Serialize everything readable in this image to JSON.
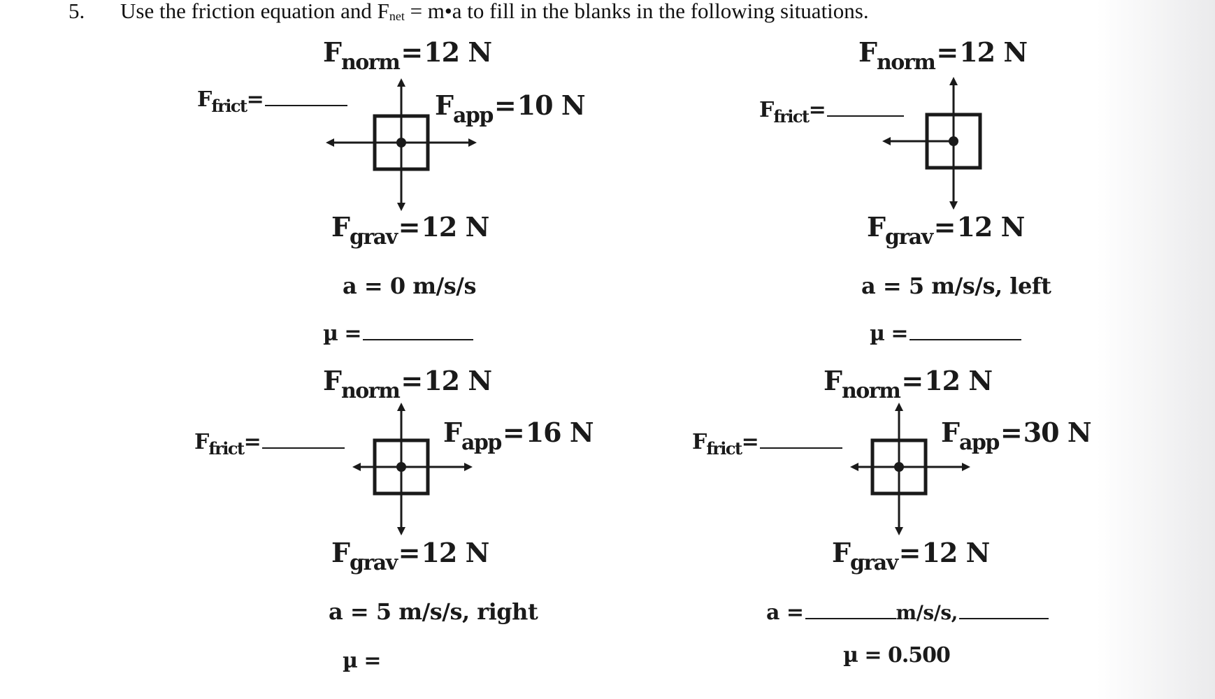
{
  "question": {
    "number": "5.",
    "text_before": "Use the friction equation and F",
    "text_sub": "net",
    "text_after": " = m•a to fill in the blanks in the following situations."
  },
  "symbols": {
    "F": "F",
    "norm": "norm",
    "grav": "grav",
    "app": "app",
    "frict": "frict",
    "eq": "=",
    "a_eq": "a =",
    "mu_eq": "µ ="
  },
  "problems": [
    {
      "fnorm": "12 N",
      "fgrav": "12 N",
      "fapp": "10 N",
      "accel": "a = 0 m/s/s"
    },
    {
      "fnorm": "12 N",
      "fgrav": "12 N",
      "accel": "a = 5 m/s/s, left"
    },
    {
      "fnorm": "12 N",
      "fgrav": "12 N",
      "fapp": "16 N",
      "accel": "a = 5 m/s/s, right"
    },
    {
      "fnorm": "12 N",
      "fgrav": "12 N",
      "fapp": "30 N",
      "accel_unit": "m/s/s,",
      "mu_value": "µ = 0.500"
    }
  ]
}
